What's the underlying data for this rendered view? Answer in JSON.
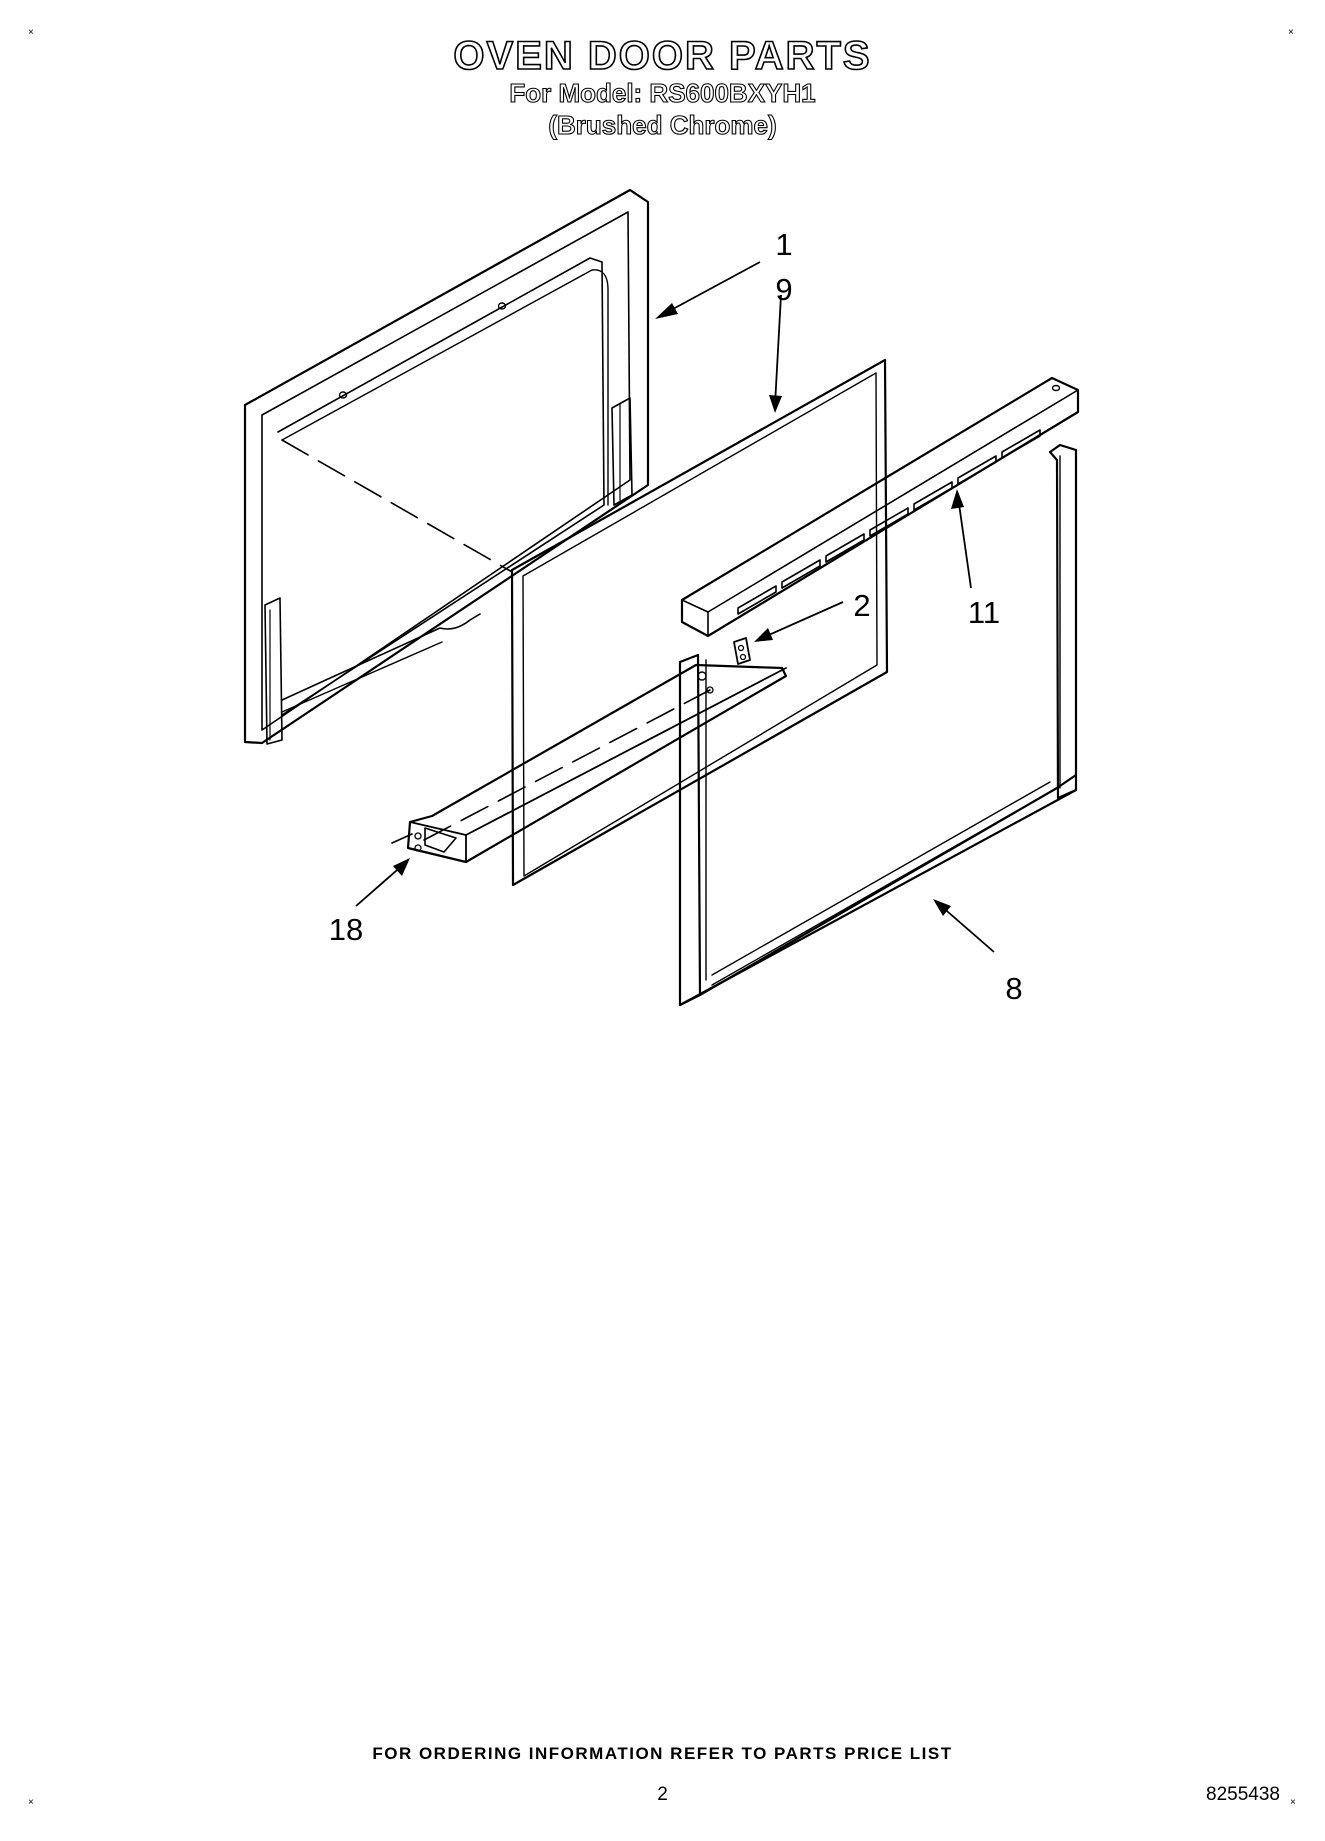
{
  "header": {
    "title": "OVEN DOOR PARTS",
    "model_line": "For Model: RS600BXYH1",
    "finish_line": "(Brushed Chrome)"
  },
  "callouts": {
    "door_frame": "1",
    "gasket": "9",
    "bracket": "2",
    "vent_trim": "11",
    "hinge_support": "18",
    "outer_frame": "8"
  },
  "footer": {
    "ordering_note": "FOR ORDERING INFORMATION REFER TO PARTS PRICE LIST",
    "page_number": "2",
    "document_number": "8255438"
  },
  "corner_marks": {
    "top_left": "×",
    "top_right": "×",
    "bottom_left": "×",
    "bottom_right": "×"
  }
}
